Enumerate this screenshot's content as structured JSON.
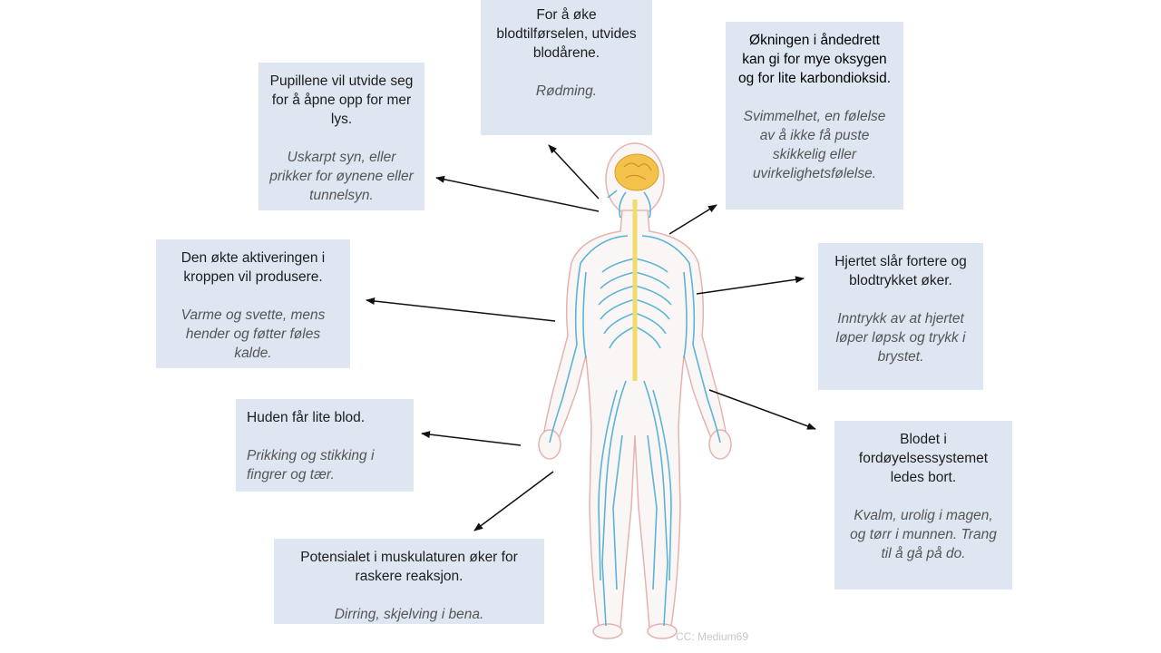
{
  "boxes": [
    {
      "id": "b1",
      "cause": "For å øke blodtilførselen, utvides blodårene.",
      "symptom": "Rødming."
    },
    {
      "id": "b2",
      "cause": "Pupillene vil utvide seg for å åpne opp for mer lys.",
      "symptom": "Uskarpt syn, eller prikker for øynene eller tunnelsyn."
    },
    {
      "id": "b3",
      "cause": "Økningen i åndedrett kan gi for mye oksygen og for lite karbondioksid.",
      "symptom": "Svimmelhet, en følelse av å ikke få puste skikkelig eller uvirkelighetsfølelse."
    },
    {
      "id": "b4",
      "cause": "Den økte aktiveringen i kroppen vil produsere.",
      "symptom": "Varme og svette, mens hender og føtter føles kalde."
    },
    {
      "id": "b5",
      "cause": "Hjertet slår fortere og blodtrykket øker.",
      "symptom": "Inntrykk av at hjertet løper løpsk og trykk i brystet."
    },
    {
      "id": "b6",
      "cause": "Huden får lite blod.",
      "symptom": "Prikking og stikking i fingrer og tær."
    },
    {
      "id": "b7",
      "cause": "Blodet i fordøyelsessystemet ledes bort.",
      "symptom": "Kvalm, urolig i magen, og tørr i munnen. Trang til å gå på do."
    },
    {
      "id": "b8",
      "cause": "Potensialet i muskulaturen øker for raskere reaksjon.",
      "symptom": "Dirring, skjelving i bena."
    }
  ],
  "credit": "CC: Medium69",
  "colors": {
    "box": "#dde6f1",
    "nerve": "#5bb4d6",
    "spine": "#f0dc6a",
    "brain": "#f3c24a",
    "outline": "#e3b3b0"
  }
}
